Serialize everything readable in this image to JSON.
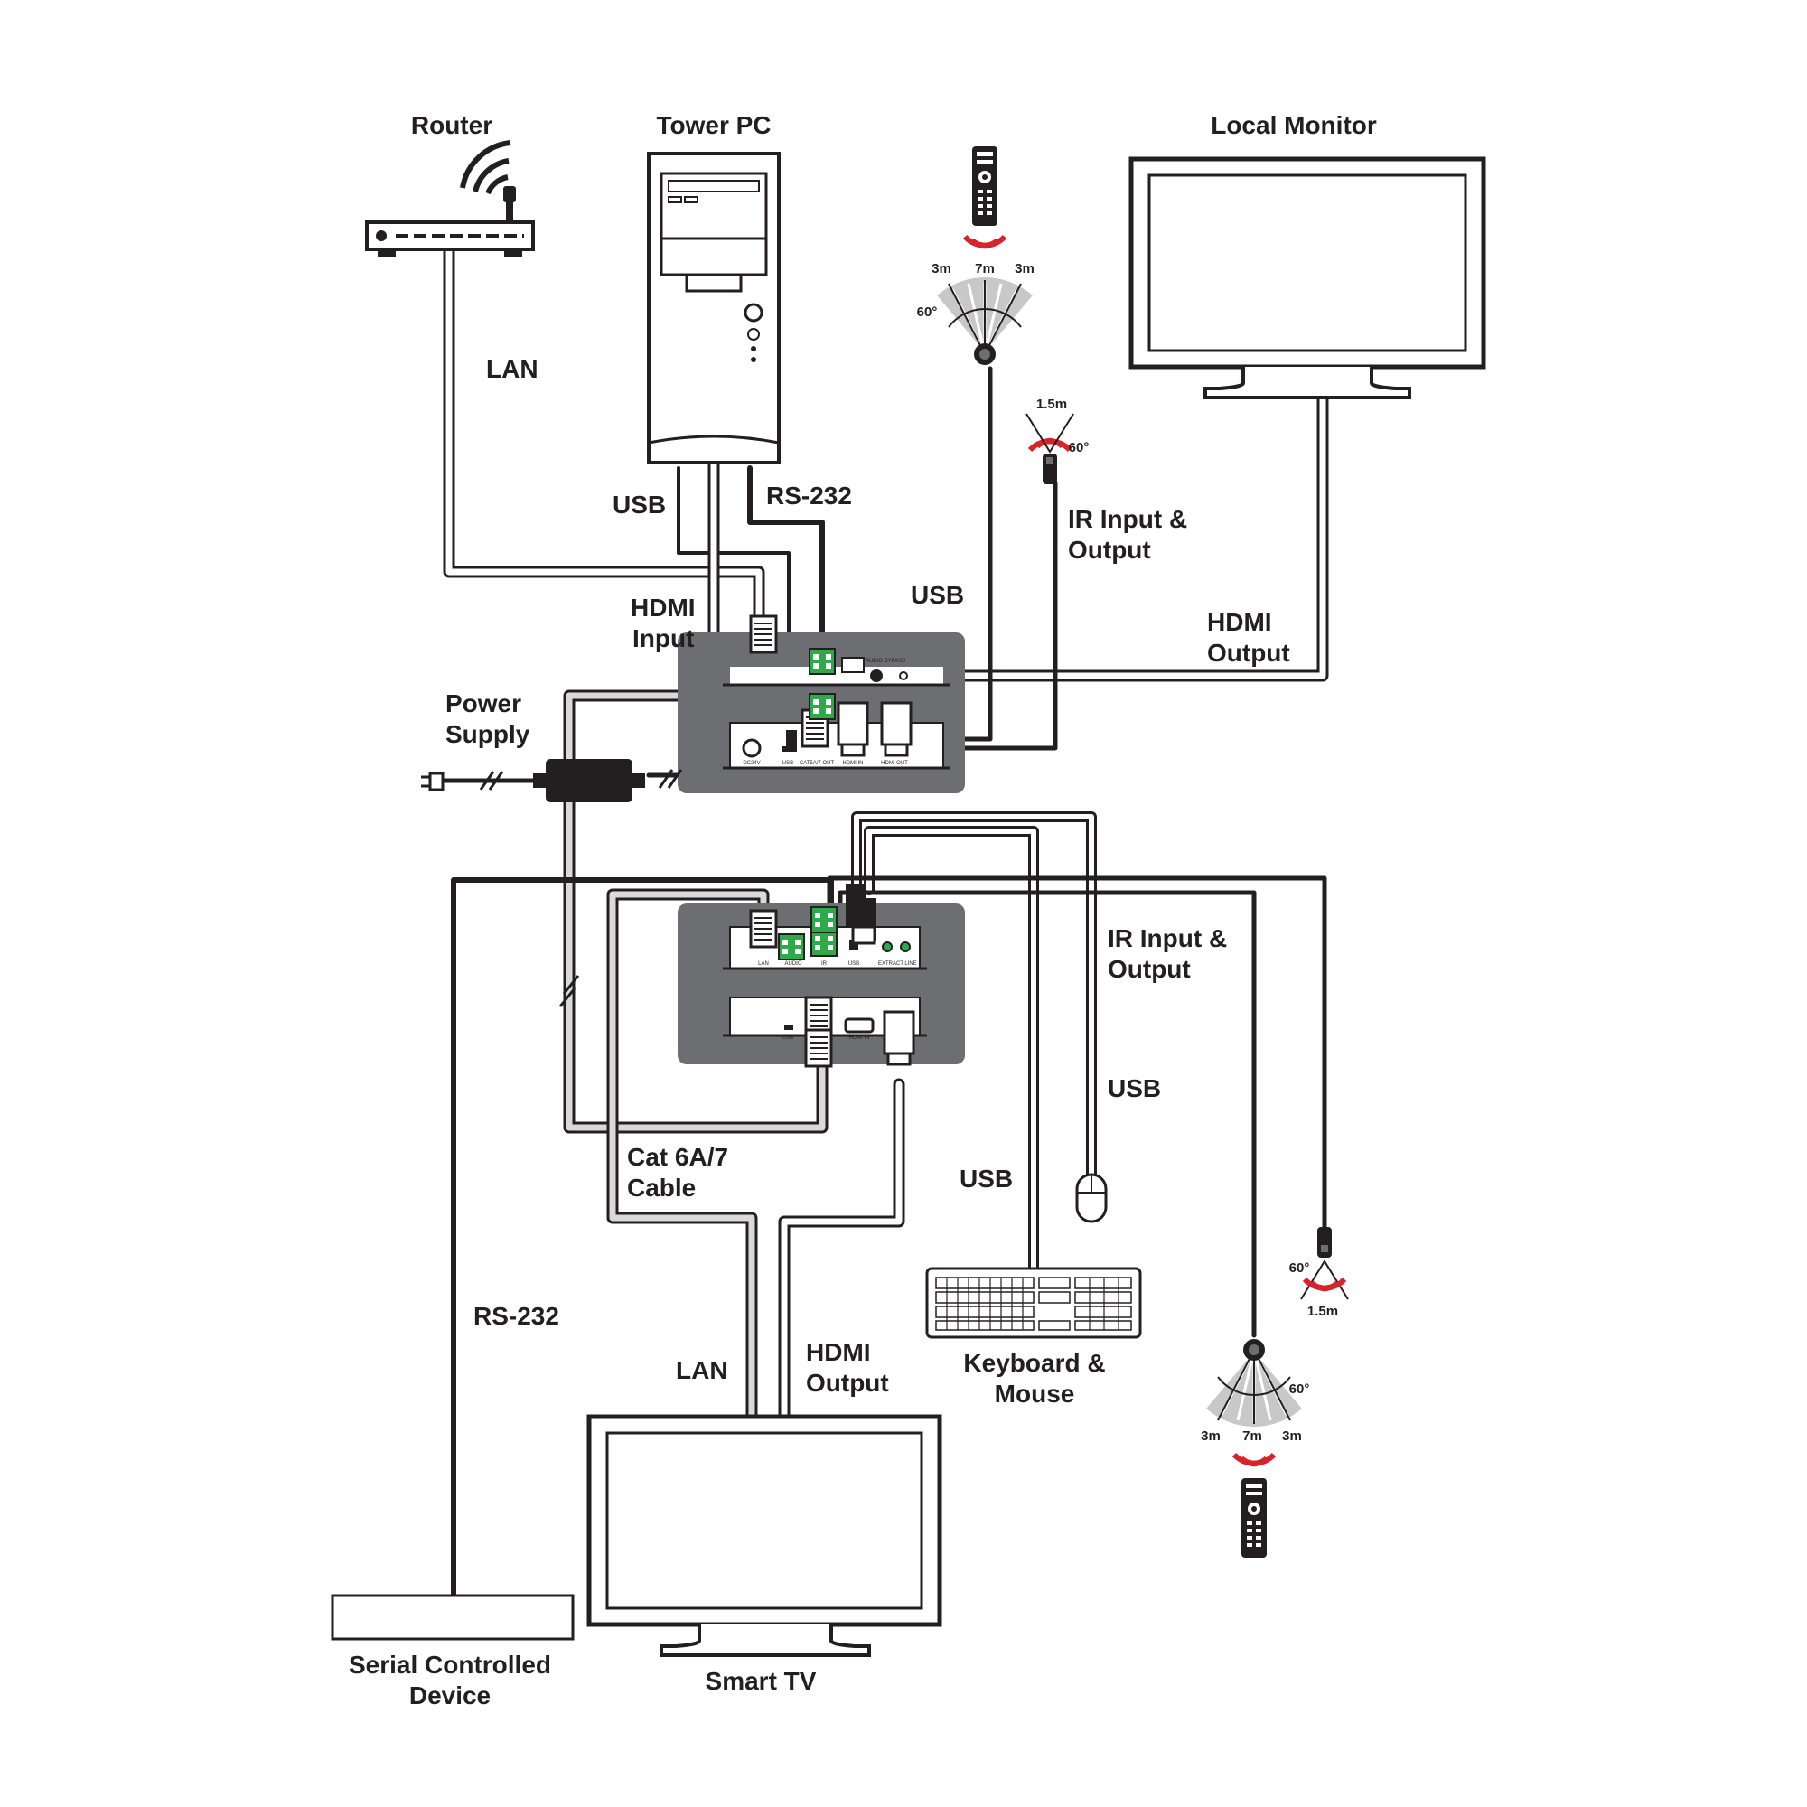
{
  "devices": {
    "router": "Router",
    "tower_pc": "Tower PC",
    "local_monitor": "Local Monitor",
    "power_supply_1": "Power",
    "power_supply_2": "Supply",
    "keyboard_mouse_1": "Keyboard &",
    "keyboard_mouse_2": "Mouse",
    "serial_device_1": "Serial Controlled",
    "serial_device_2": "Device",
    "smart_tv": "Smart TV"
  },
  "cables": {
    "lan_top": "LAN",
    "usb_pc": "USB",
    "rs232_pc": "RS-232",
    "hdmi_input_1": "HDMI",
    "hdmi_input_2": "Input",
    "usb_tx": "USB",
    "ir_tx_1": "IR  Input  &",
    "ir_tx_2": "Output",
    "hdmi_output_top_1": "HDMI",
    "hdmi_output_top_2": "Output",
    "ir_rx_1": "IR Input &",
    "ir_rx_2": "Output",
    "usb_mouse": "USB",
    "usb_keyboard": "USB",
    "cat_cable_1": "Cat 6A/7",
    "cat_cable_2": "Cable",
    "rs232_rx": "RS-232",
    "lan_bottom": "LAN",
    "hdmi_output_bottom_1": "HDMI",
    "hdmi_output_bottom_2": "Output"
  },
  "ir_ranges": {
    "left": "3m",
    "center": "7m",
    "right": "3m",
    "angle": "60°",
    "ir_distance": "1.5m",
    "ir_angle": "60°"
  },
  "ports": {
    "tx_dc": "DC24V",
    "tx_usb": "USB",
    "tx_cat": "CAT5A/7 OUT",
    "tx_hdmi_in": "HDMI IN",
    "tx_hdmi_out": "HDMI OUT",
    "tx_audio": "AUDIO BYPASS",
    "rx_lan": "LAN",
    "rx_audio": "AUDIO",
    "rx_ir": "IR",
    "rx_extract": "EXTRACT",
    "rx_line": "LINE",
    "rx_usb": "USB",
    "rx_hdmi_in": "HDMI IN"
  },
  "colors": {
    "line": "#231f20",
    "panel": "#6d6e71",
    "ir_red": "#d8232a",
    "terminal_green": "#2eaa4a",
    "fan_gray": "#c8c8c8"
  }
}
